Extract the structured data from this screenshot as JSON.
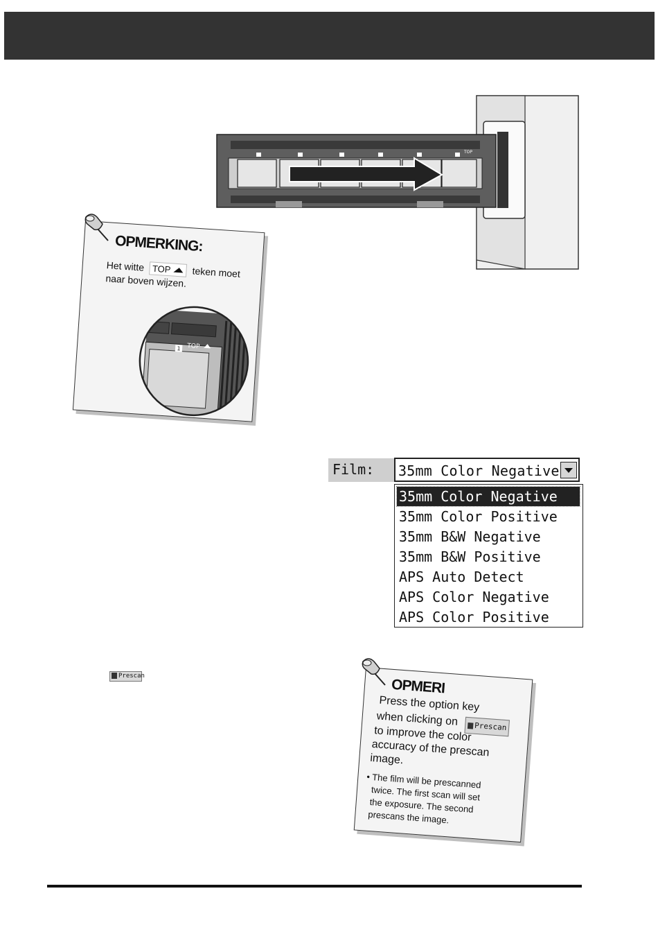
{
  "header": {
    "title": ""
  },
  "note_top": {
    "title": "OPMERKING:",
    "text_before": "Het witte",
    "top_mark": "TOP",
    "text_after": "teken moet",
    "text_line2": "naar boven wijzen.",
    "zoom_top_mark": "TOP",
    "zoom_frame_number": "1"
  },
  "film_selector": {
    "label": "Film:",
    "selected": "35mm Color Negative",
    "options": [
      "35mm Color Negative",
      "35mm Color Positive",
      "35mm B&W Negative",
      "35mm B&W Positive",
      "APS Auto Detect",
      "APS Color Negative",
      "APS Color Positive"
    ]
  },
  "prescan_button": {
    "label": "Prescan"
  },
  "note_bottom": {
    "title": "OPMERI",
    "line1": "Press the option key",
    "line2_before": "when clicking on",
    "button_label": "Prescan",
    "line3": "to improve the color",
    "line4": "accuracy of the prescan",
    "line5": "image.",
    "bullet_line1": "• The film will be prescanned",
    "bullet_line2": "twice. The first scan will set",
    "bullet_line3": "the exposure. The second",
    "bullet_line4": "prescans the image."
  }
}
